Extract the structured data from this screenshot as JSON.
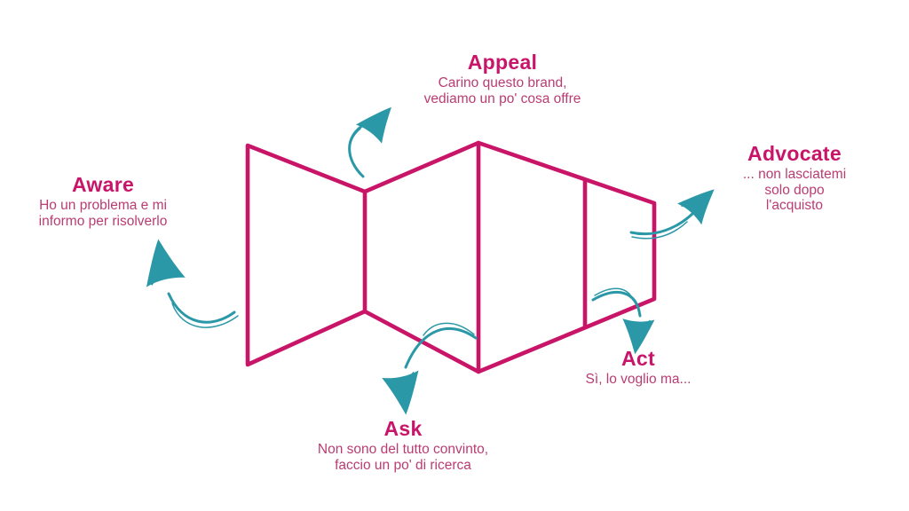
{
  "page": {
    "background": "#FFFFFF",
    "description_of_figure": "5A customer journey funnel (bowtie) diagram"
  },
  "colors": {
    "funnel_line": "#C81568",
    "stage_title": "#C81469",
    "stage_description": "#B93C73",
    "arrow": "#2B98A7"
  },
  "diagram": {
    "stages": [
      {
        "id": "aware",
        "label": "Aware",
        "description": "Ho un problema e mi\ninformo per risolverlo"
      },
      {
        "id": "appeal",
        "label": "Appeal",
        "description": "Carino questo brand,\nvediamo un po' cosa offre"
      },
      {
        "id": "ask",
        "label": "Ask",
        "description": "Non sono del tutto convinto,\nfaccio un po' di ricerca"
      },
      {
        "id": "act",
        "label": "Act",
        "description": "Sì, lo voglio ma..."
      },
      {
        "id": "advocate",
        "label": "Advocate",
        "description": "... non lasciatemi\nsolo dopo l'acquisto"
      }
    ]
  }
}
